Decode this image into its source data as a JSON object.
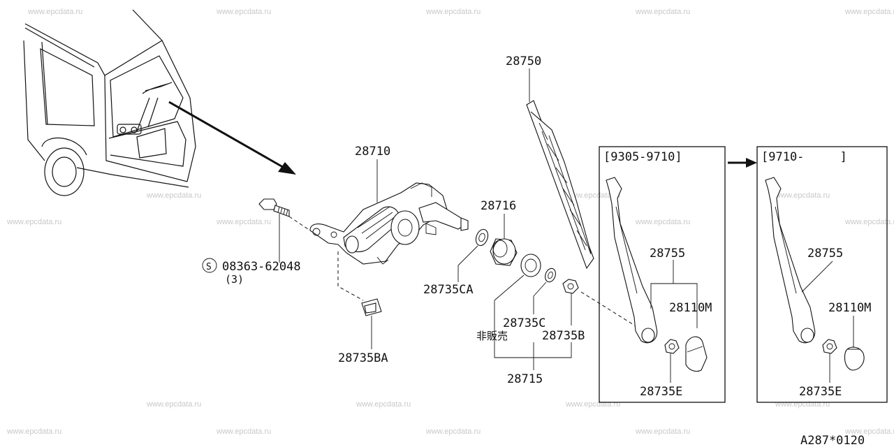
{
  "watermark": "www.epcdata.ru",
  "callouts": {
    "p28750": "28750",
    "p28710": "28710",
    "p28716": "28716",
    "p28735CA": "28735CA",
    "p28735C": "28735C",
    "not_for_sale": "非販売",
    "p28735B": "28735B",
    "p28715": "28715",
    "p28735BA": "28735BA",
    "bolt_code": "08363-62048",
    "bolt_qty": "(3)",
    "bolt_symbol": "S",
    "p28755_left": "28755",
    "p28110M_left": "28110M",
    "p28735E_left": "28735E",
    "p28755_right": "28755",
    "p28110M_right": "28110M",
    "p28735E_right": "28735E"
  },
  "boxes": {
    "left_range": "[9305-9710]",
    "right_range": "[9710-     ]"
  },
  "footer_code": "A287*0120",
  "icons": [
    "van-rear-illustration",
    "wiper-motor",
    "wiper-blade",
    "wiper-arm",
    "bolt",
    "nut",
    "washer",
    "bushing",
    "clip",
    "cap",
    "arrow"
  ]
}
